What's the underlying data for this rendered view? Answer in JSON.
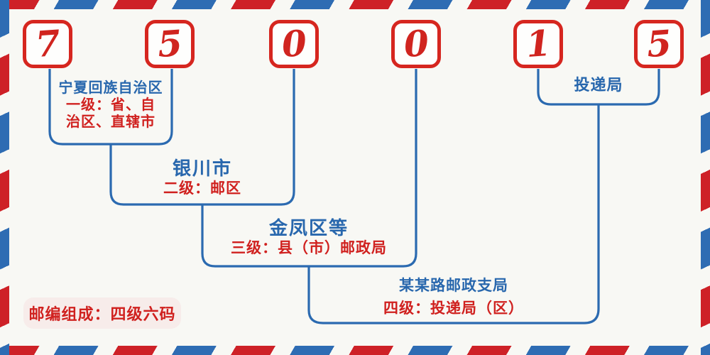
{
  "postal_code": {
    "digits": [
      "7",
      "5",
      "0",
      "0",
      "1",
      "5"
    ]
  },
  "levels": [
    {
      "name": "宁夏回族自治区",
      "desc_line1": "一级：省、自",
      "desc_line2": "治区、直辖市"
    },
    {
      "name": "银川市",
      "desc": "二级：邮区"
    },
    {
      "name": "金凤区等",
      "desc": "三级：县（市）邮政局"
    },
    {
      "name": "某某路邮政支局",
      "desc": "四级：投递局（区）"
    }
  ],
  "delivery_bureau_label": "投递局",
  "footer_note": "邮编组成：四级六码",
  "colors": {
    "stripe_red": "#ce2127",
    "stripe_blue": "#2e6cb3",
    "text_blue": "#2867ad",
    "text_red": "#d0211f",
    "box_border_red": "#d6261f",
    "digit_red": "#d0241f",
    "line_blue": "#2b6ab0",
    "background": "#f8f8f4",
    "note_pill_bg": "#f7ecea"
  }
}
